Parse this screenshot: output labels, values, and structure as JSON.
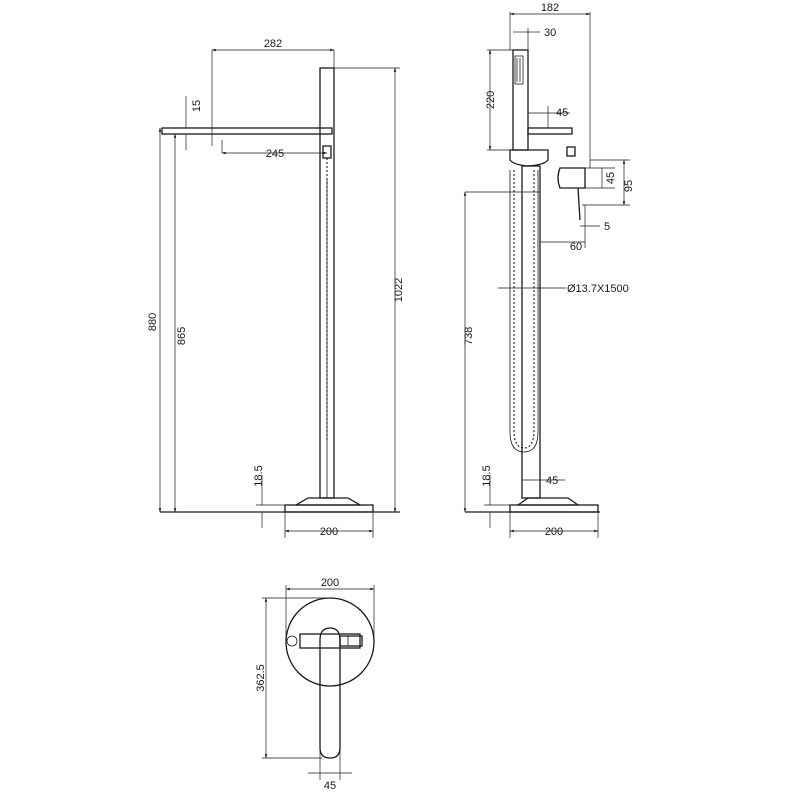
{
  "front_view": {
    "dimensions": {
      "arm_total": "282",
      "arm_thickness": "15",
      "spout_reach": "245",
      "height_880": "880",
      "height_865": "865",
      "height_1022": "1022",
      "base_thickness": "18.5",
      "base_width": "200"
    }
  },
  "side_view": {
    "dimensions": {
      "overall_depth": "182",
      "handset_width": "30",
      "handset_height": "220",
      "lever_width": "45",
      "lever_height_45": "45",
      "lever_height_95": "95",
      "lever_offset_5": "5",
      "lever_depth": "60",
      "hose": "Ø13.7X1500",
      "column_height": "738",
      "base_thickness": "18.5",
      "column_width": "45",
      "base_width": "200"
    }
  },
  "plan_view": {
    "dimensions": {
      "base_diameter": "200",
      "overall_length": "362.5",
      "lever_width": "45"
    }
  }
}
